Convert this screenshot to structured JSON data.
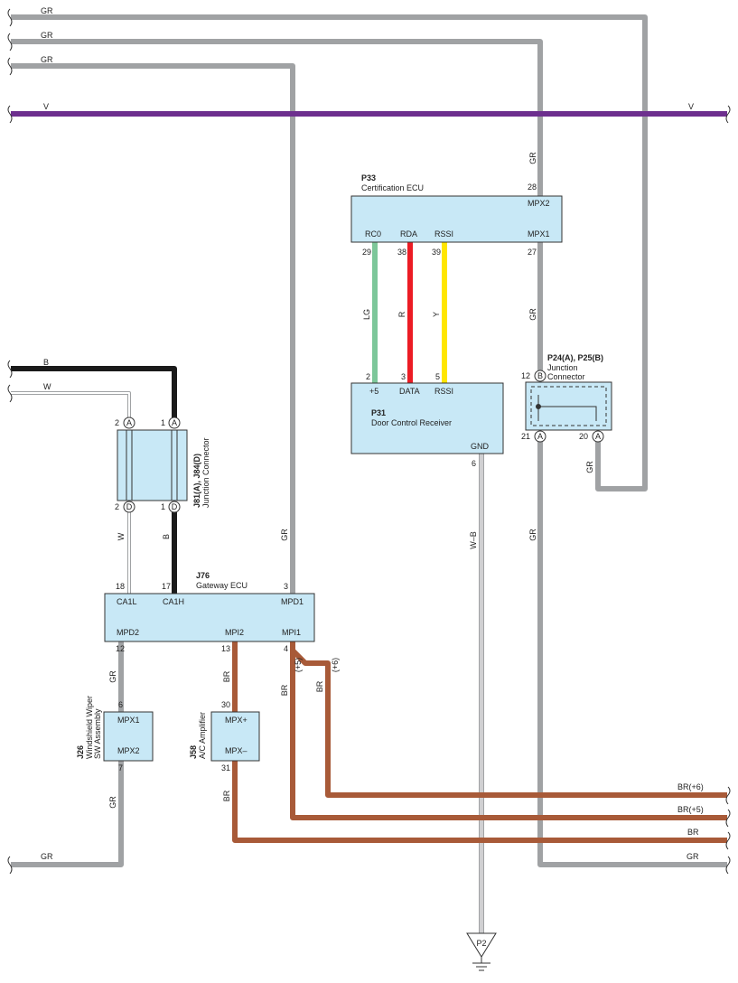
{
  "colors": {
    "gray": "#a0a2a4",
    "violet": "#6d2f8e",
    "black": "#1a1a1a",
    "brown": "#a85a38",
    "green": "#7dc79a",
    "red": "#ec1c24",
    "yellow": "#ffe600",
    "ecu_fill": "#c8e8f6",
    "outline": "#333333"
  },
  "left_bus_labels": [
    "GR",
    "GR",
    "GR",
    "V",
    "B",
    "W",
    "GR"
  ],
  "right_bus_labels": [
    "V",
    "BR(+6)",
    "BR(+5)",
    "BR",
    "GR"
  ],
  "wire_labels": {
    "gr_p33_in": "GR",
    "gr_p33_out": "GR",
    "lg": "LG",
    "r": "R",
    "y": "Y",
    "w_b": "W–B",
    "gr_p24_loop": "GR",
    "gr_p24_down": "GR",
    "gr_j76_in": "GR",
    "w_j81": "W",
    "b_j81": "B",
    "gr_j26_in": "GR",
    "gr_j26_out": "GR",
    "br_j58_in": "BR",
    "br_j58_out": "BR",
    "br_p5": "BR",
    "p5": "(+5)",
    "br_p6": "BR",
    "p6": "(+6)"
  },
  "components": {
    "p33": {
      "code": "P33",
      "name": "Certification ECU",
      "terminals": [
        "RC0",
        "RDA",
        "RSSI",
        "MPX2",
        "MPX1"
      ],
      "pins": [
        "29",
        "38",
        "39",
        "28",
        "27"
      ]
    },
    "p31": {
      "code": "P31",
      "name": "Door Control Receiver",
      "terminals": [
        "+5",
        "DATA",
        "RSSI",
        "GND"
      ],
      "pins": [
        "2",
        "3",
        "5",
        "6"
      ]
    },
    "p24": {
      "code": "P24(A), P25(B)",
      "name_1": "Junction",
      "name_2": "Connector",
      "pins": [
        "12",
        "21",
        "20"
      ],
      "connectors": [
        "B",
        "A",
        "A"
      ]
    },
    "j81": {
      "code": "J81(A), J84(D)",
      "name": "Junction Connector",
      "pins": [
        "2",
        "1",
        "2",
        "1"
      ],
      "connectors": [
        "A",
        "A",
        "D",
        "D"
      ]
    },
    "j76": {
      "code": "J76",
      "name": "Gateway ECU",
      "terminals": [
        "CA1L",
        "CA1H",
        "MPD1",
        "MPD2",
        "MPI2",
        "MPI1"
      ],
      "pins": [
        "18",
        "17",
        "3",
        "12",
        "13",
        "4"
      ]
    },
    "j26": {
      "code": "J26",
      "name_1": "Windshield Wiper",
      "name_2": "SW Assembly",
      "terminals": [
        "MPX1",
        "MPX2"
      ],
      "pins": [
        "6",
        "7"
      ]
    },
    "j58": {
      "code": "J58",
      "name": "A/C Amplifier",
      "terminals": [
        "MPX+",
        "MPX–"
      ],
      "pins": [
        "30",
        "31"
      ]
    },
    "ground": {
      "label": "P2"
    }
  }
}
